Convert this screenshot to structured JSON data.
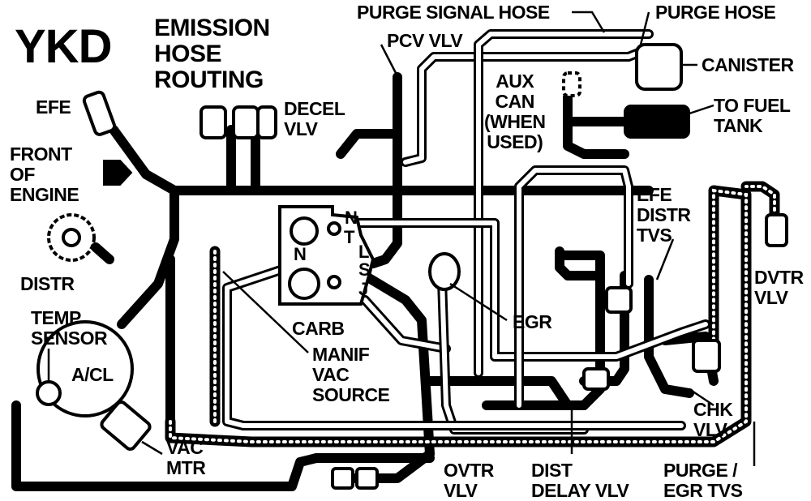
{
  "diagram": {
    "code": "YKD",
    "title_lines": [
      "EMISSION",
      "HOSE",
      "ROUTING"
    ],
    "labels": {
      "purge_signal_hose": "PURGE SIGNAL HOSE",
      "purge_hose": "PURGE HOSE",
      "pcv_vlv": "PCV VLV",
      "canister": "CANISTER",
      "aux_can": "AUX\nCAN\n(WHEN\nUSED)",
      "to_fuel_tank": "TO FUEL\nTANK",
      "efe": "EFE",
      "decel_vlv": "DECEL\nVLV",
      "front_of_engine": "FRONT\nOF\nENGINE",
      "efe_distr_tvs": "EFE\nDISTR\nTVS",
      "distr": "DISTR",
      "dvtr_vlv": "DVTR\nVLV",
      "temp_sensor": "TEMP\nSENSOR",
      "carb": "CARB",
      "egr": "EGR",
      "a_cl": "A/CL",
      "manif_vac_source": "MANIF\nVAC\nSOURCE",
      "chk_vlv": "CHK\nVLV",
      "vac_mtr": "VAC\nMTR",
      "ovtr_vlv": "OVTR\nVLV",
      "dist_delay_vlv": "DIST\nDELAY VLV",
      "purge_egr_tvs": "PURGE /\nEGR TVS"
    },
    "carb_ports": {
      "n_top": "N",
      "t": "T",
      "l": "L",
      "s": "S",
      "j": "J",
      "n_left": "N"
    }
  }
}
